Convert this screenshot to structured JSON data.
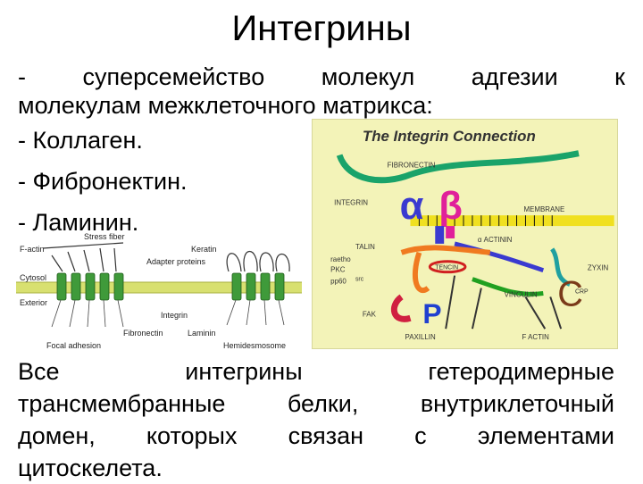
{
  "slide": {
    "title": "Интегрины",
    "intro_line1": "- суперсемейство молекул адгезии к",
    "intro_line2": "молекулам межклеточного матрикса:",
    "list": [
      "- Коллаген.",
      "- Фибронектин.",
      "- Ламинин."
    ],
    "outro_lines": [
      "Все интегрины гетеродимерные",
      "трансмембранные белки, внутриклеточный",
      "домен, которых связан с элементами",
      "цитоскелета."
    ]
  },
  "figure_left": {
    "labels": {
      "stress_fiber": "Stress fiber",
      "f_actin": "F-actin",
      "keratin": "Keratin",
      "adapter": "Adapter proteins",
      "cytosol": "Cytosol",
      "exterior": "Exterior",
      "integrin": "Integrin",
      "fibronectin": "Fibronectin",
      "laminin": "Laminin",
      "focal_adhesion": "Focal adhesion",
      "hemidesmosome": "Hemidesmosome"
    },
    "colors": {
      "membrane": "#d8e070",
      "integrin": "#3f9a3a"
    }
  },
  "figure_right": {
    "title": "The Integrin Connection",
    "labels": {
      "fibronectin": "FIBRONECTIN",
      "integrin": "INTEGRIN",
      "membrane": "MEMBRANE",
      "alpha_actinin": "α ACTININ",
      "talin": "TALIN",
      "paxillin_side": "raetho",
      "pkc": "PKC",
      "pp60": "pp60",
      "src": "src",
      "tencin": "TENCIN",
      "zyxin": "ZYXIN",
      "vinculin": "VINCULIN",
      "fak": "FAK",
      "paxillin": "PAXILLIN",
      "f_actin": "F ACTIN",
      "alpha": "α",
      "beta": "β",
      "p": "P",
      "c": "C",
      "crp": "CRP"
    },
    "colors": {
      "background": "#f3f3b8",
      "fibronectin": "#1aa36a",
      "alpha": "#3a3ad0",
      "beta": "#e0209a",
      "membrane": "#f0e020",
      "talin": "#f07a20",
      "tencin": "#d02020",
      "vinculin": "#20a020",
      "zyxin": "#20a0a0",
      "fak": "#d02040",
      "paxillin": "#2040d0",
      "crp": "#7a3a1a"
    }
  }
}
